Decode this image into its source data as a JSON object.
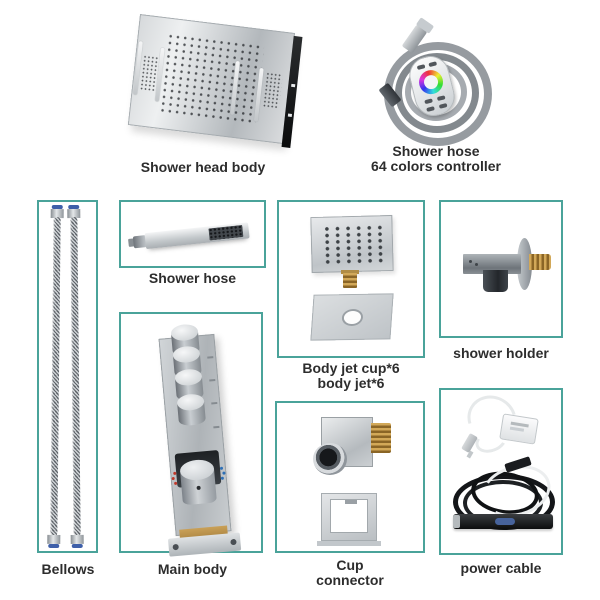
{
  "colors": {
    "box_border": "#4aa39a",
    "label_text": "#2d2d2d",
    "background": "#ffffff",
    "brass": "#b8904d",
    "hose_cap_blue": "#3e5fa9"
  },
  "parts": {
    "shower_head_body": {
      "label": "Shower head body"
    },
    "hose_controller": {
      "lines": [
        "Shower hose",
        "64 colors controller"
      ]
    },
    "bellows": {
      "label": "Bellows"
    },
    "shower_hose": {
      "label": "Shower hose"
    },
    "main_body": {
      "label": "Main body"
    },
    "body_jet": {
      "lines": [
        "Body jet cup*6",
        "body jet*6"
      ]
    },
    "shower_holder": {
      "label": "shower holder"
    },
    "cup_connector": {
      "lines": [
        "Cup",
        "connector"
      ]
    },
    "power_cable": {
      "label": "power cable"
    }
  }
}
